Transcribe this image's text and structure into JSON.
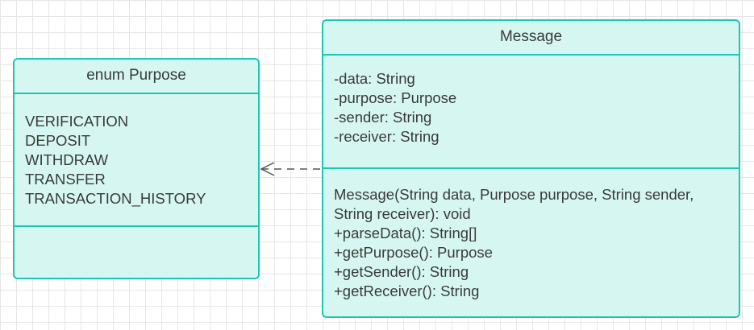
{
  "enum_purpose": {
    "title": "enum Purpose",
    "values": [
      "VERIFICATION",
      "DEPOSIT",
      "WITHDRAW",
      "TRANSFER",
      "TRANSACTION_HISTORY"
    ]
  },
  "message_class": {
    "title": "Message",
    "attributes": [
      "-data: String",
      "-purpose: Purpose",
      "-sender: String",
      "-receiver: String"
    ],
    "operations": [
      "Message(String data, Purpose purpose, String sender,",
      "String receiver): void",
      "+parseData(): String[]",
      "+getPurpose(): Purpose",
      "+getSender(): String",
      "+getReceiver(): String"
    ]
  },
  "colors": {
    "box_fill": "#d6f7f1",
    "box_border": "#1cc6b4",
    "text": "#3a3a3a",
    "connector": "#555555",
    "grid": "#e6e6e6"
  }
}
